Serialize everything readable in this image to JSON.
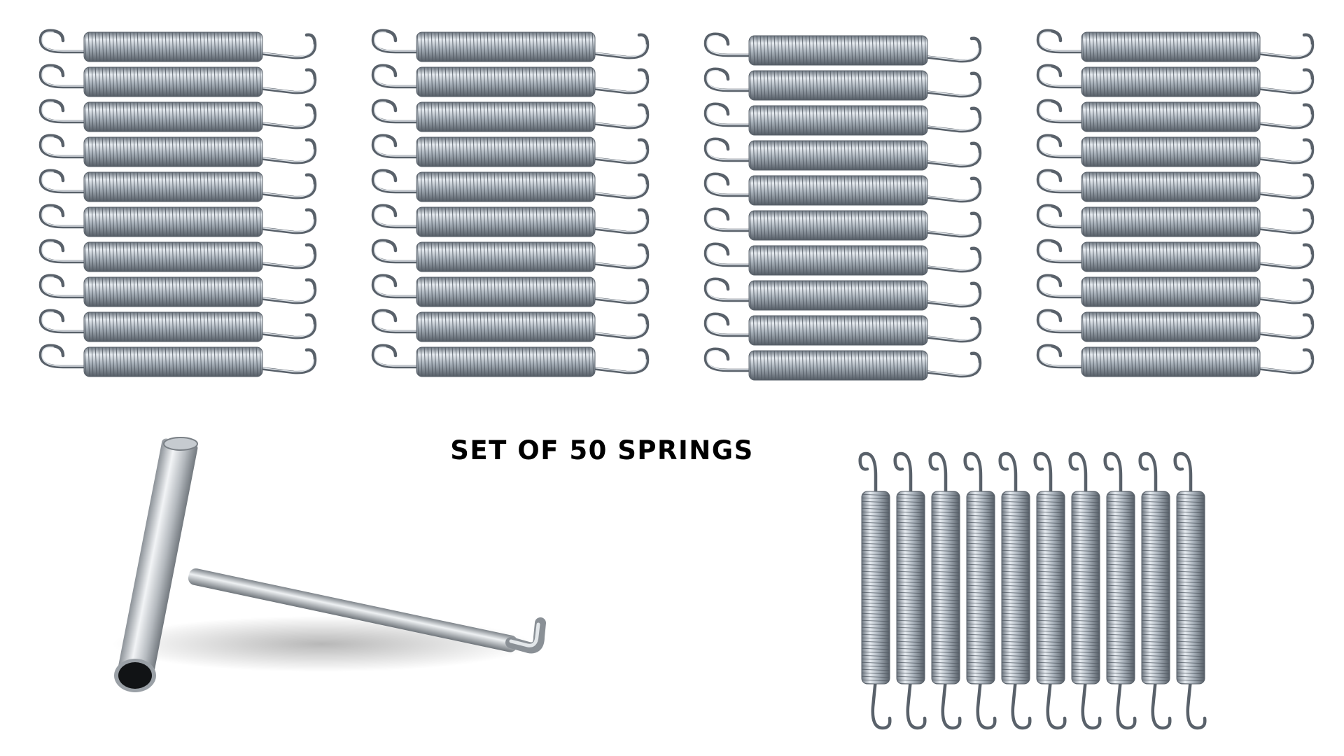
{
  "caption": "SET OF 50 SPRINGS",
  "colors": {
    "background": "#ffffff",
    "spring_metal": "#9aa4ae",
    "spring_highlight": "#e6ebf0",
    "spring_shadow": "#5f6871",
    "tool_metal": "#b9bec3",
    "caption_text": "#000000"
  },
  "groups": [
    {
      "name": "spring-group-1",
      "count": 10
    },
    {
      "name": "spring-group-2",
      "count": 10
    },
    {
      "name": "spring-group-3",
      "count": 10
    },
    {
      "name": "spring-group-4",
      "count": 10
    },
    {
      "name": "spring-group-vertical",
      "count": 10
    }
  ],
  "tool": {
    "icon": "spring-pull-tool-icon"
  }
}
